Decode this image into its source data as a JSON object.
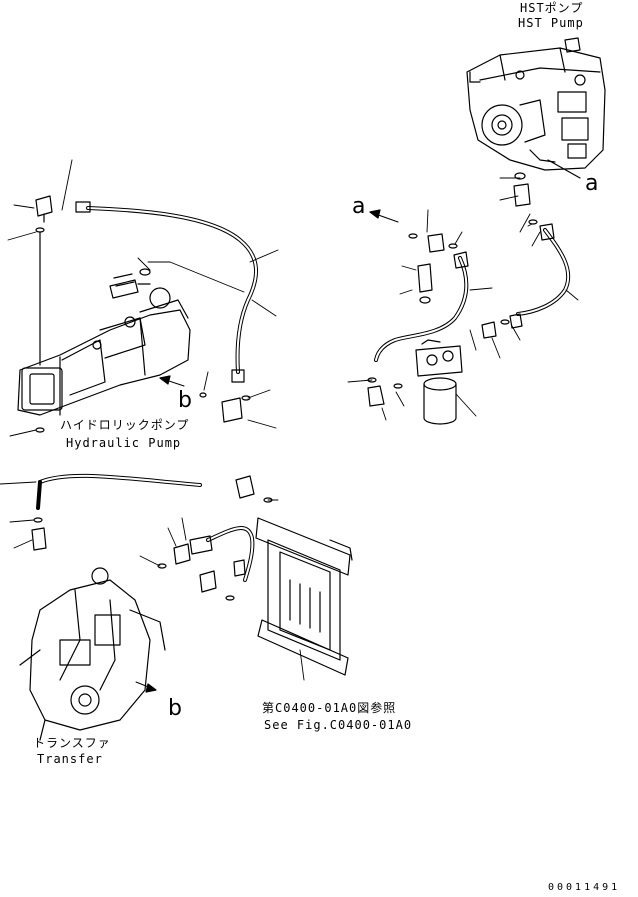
{
  "labels": {
    "hst_pump_jp": "HSTポンプ",
    "hst_pump_en": "HST Pump",
    "hydraulic_pump_jp": "ハイドロリックポンプ",
    "hydraulic_pump_en": "Hydraulic Pump",
    "transfer_jp": "トランスファ",
    "transfer_en": "Transfer",
    "see_fig_jp": "第C0400-01A0図参照",
    "see_fig_en": "See Fig.C0400-01A0",
    "ref_a_upper": "a",
    "ref_a_mid": "a",
    "ref_b_mid": "b",
    "ref_b_lower": "b",
    "drawing_number": "00011491"
  }
}
